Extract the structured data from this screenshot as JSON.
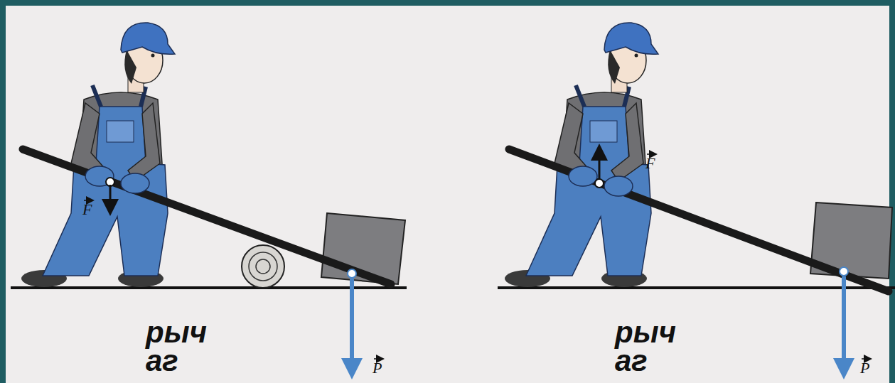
{
  "diagram": {
    "labels": [
      "F",
      "рычаг",
      "P",
      "F",
      "рычаг",
      "P"
    ]
  }
}
